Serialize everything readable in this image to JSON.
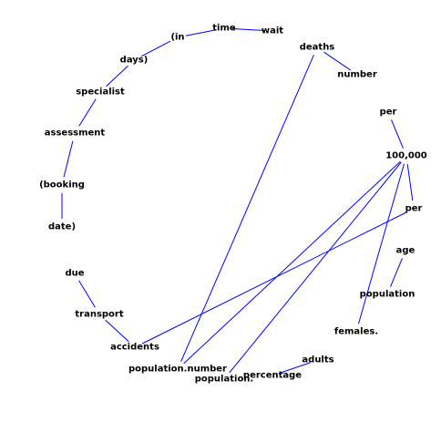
{
  "diagram": {
    "edge_color": "#0000ff",
    "text_color": "#000000",
    "background_color": "#ffffff",
    "nodes": [
      {
        "id": "time",
        "label": "time"
      },
      {
        "id": "wait",
        "label": "wait"
      },
      {
        "id": "in",
        "label": "(in"
      },
      {
        "id": "days",
        "label": "days)"
      },
      {
        "id": "specialist",
        "label": "specialist"
      },
      {
        "id": "assessment",
        "label": "assessment"
      },
      {
        "id": "booking",
        "label": "(booking"
      },
      {
        "id": "date",
        "label": "date)"
      },
      {
        "id": "deaths",
        "label": "deaths"
      },
      {
        "id": "number",
        "label": "number"
      },
      {
        "id": "per1",
        "label": "per"
      },
      {
        "id": "hundredk",
        "label": "100,000"
      },
      {
        "id": "per2",
        "label": "per"
      },
      {
        "id": "age",
        "label": "age"
      },
      {
        "id": "population",
        "label": "population"
      },
      {
        "id": "females",
        "label": "females."
      },
      {
        "id": "adults",
        "label": "adults"
      },
      {
        "id": "percentage",
        "label": "percentage"
      },
      {
        "id": "populationdot",
        "label": "population."
      },
      {
        "id": "popnumber",
        "label": "population.number"
      },
      {
        "id": "accidents",
        "label": "accidents"
      },
      {
        "id": "transport",
        "label": "transport"
      },
      {
        "id": "due",
        "label": "due"
      }
    ],
    "edges": [
      [
        "time",
        "wait"
      ],
      [
        "time",
        "in"
      ],
      [
        "in",
        "days"
      ],
      [
        "days",
        "specialist"
      ],
      [
        "specialist",
        "assessment"
      ],
      [
        "assessment",
        "booking"
      ],
      [
        "booking",
        "date"
      ],
      [
        "deaths",
        "number"
      ],
      [
        "deaths",
        "popnumber"
      ],
      [
        "per1",
        "hundredk"
      ],
      [
        "hundredk",
        "per2"
      ],
      [
        "hundredk",
        "females"
      ],
      [
        "hundredk",
        "popnumber"
      ],
      [
        "hundredk",
        "populationdot"
      ],
      [
        "per2",
        "accidents"
      ],
      [
        "age",
        "population"
      ],
      [
        "adults",
        "percentage"
      ],
      [
        "due",
        "transport"
      ],
      [
        "transport",
        "accidents"
      ]
    ]
  }
}
